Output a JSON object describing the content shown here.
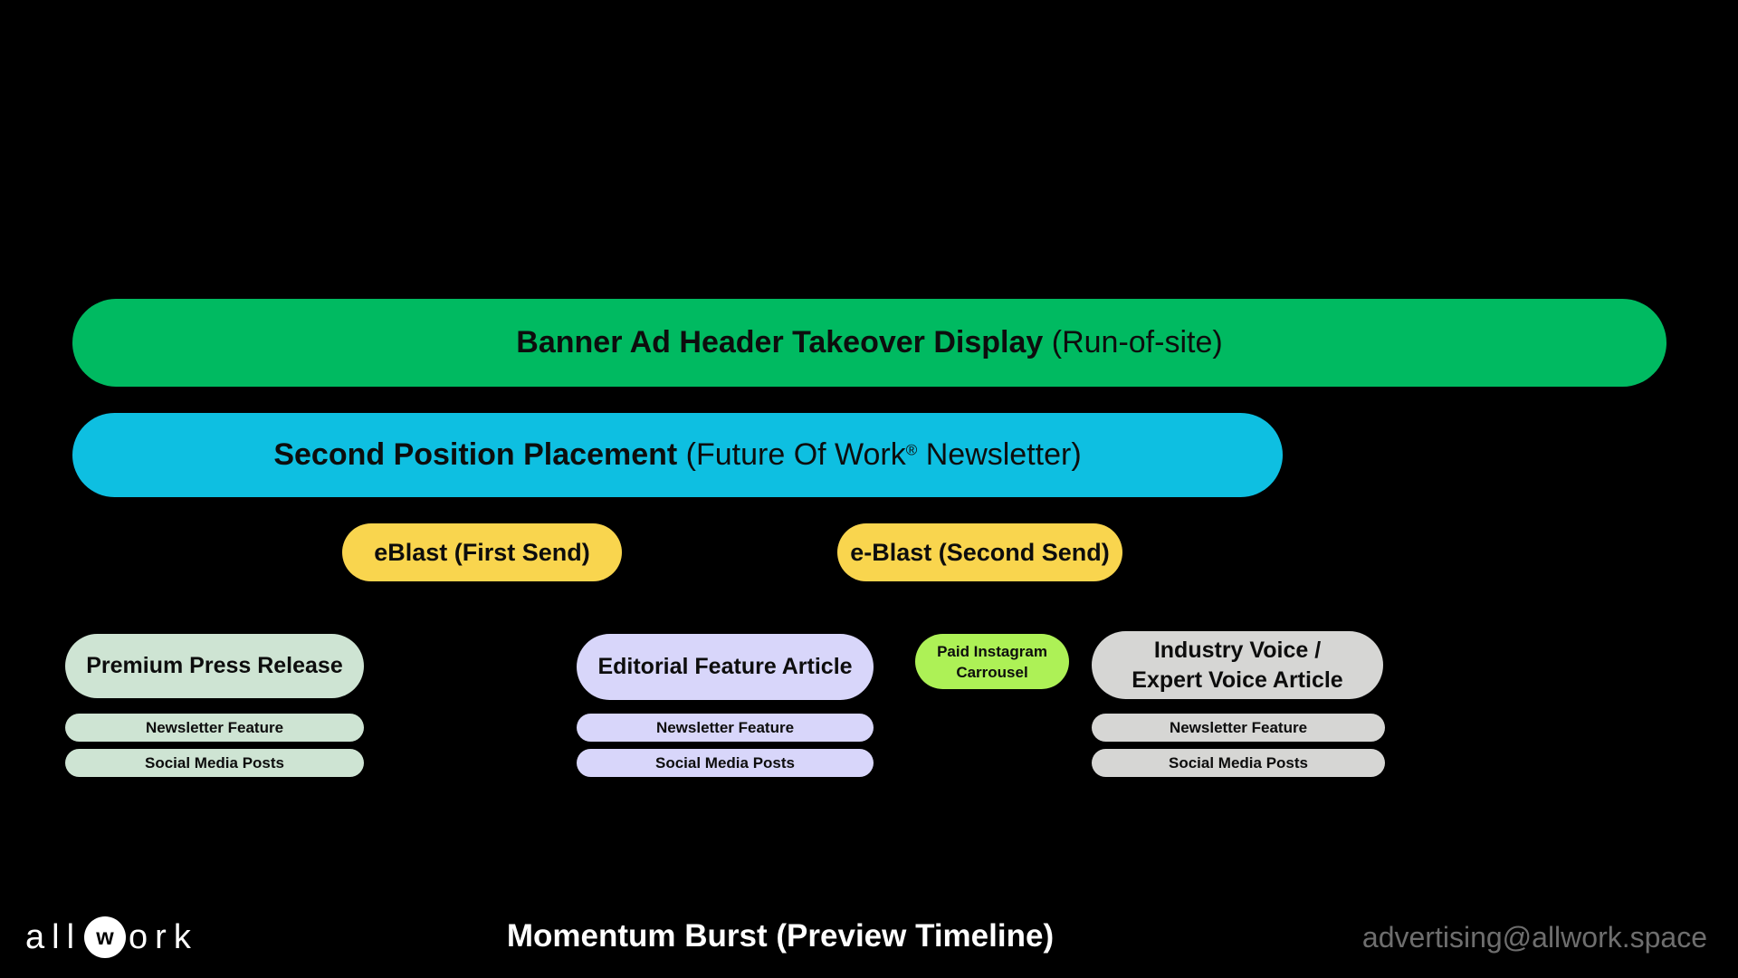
{
  "slide": {
    "background": "#000000",
    "bars": {
      "banner": {
        "bold": "Banner Ad Header Takeover Display",
        "tail": " (Run-of-site)",
        "color": "#00BA61"
      },
      "second_position": {
        "bold": "Second Position Placement",
        "tail_pre": " (Future Of Work",
        "reg_mark": "®",
        "tail_post": " Newsletter)",
        "color": "#0EBFE1"
      }
    },
    "eblasts": {
      "color": "#F9D54E",
      "first_label": "eBlast (First Send)",
      "second_label": "e-Blast (Second Send)"
    },
    "groups": [
      {
        "title_line1": "Premium Press Release",
        "color": "#CEE4D3",
        "sub1": "Newsletter Feature",
        "sub2": "Social Media Posts"
      },
      {
        "title_line1": "Editorial Feature Article",
        "color": "#D8D6FA",
        "sub1": "Newsletter Feature",
        "sub2": "Social Media Posts"
      },
      {
        "title_line1": "Industry Voice /",
        "title_line2": "Expert Voice Article",
        "color": "#D6D6D4",
        "sub1": "Newsletter Feature",
        "sub2": "Social Media Posts"
      }
    ],
    "instagram": {
      "line1": "Paid Instagram",
      "line2": "Carrousel",
      "color": "#ADF156"
    },
    "footer": {
      "logo_pre": "all",
      "logo_w": "w",
      "logo_post": "ork",
      "title": "Momentum Burst (Preview Timeline)",
      "email": "advertising@allwork.space",
      "email_color": "#6E6E6E"
    }
  }
}
